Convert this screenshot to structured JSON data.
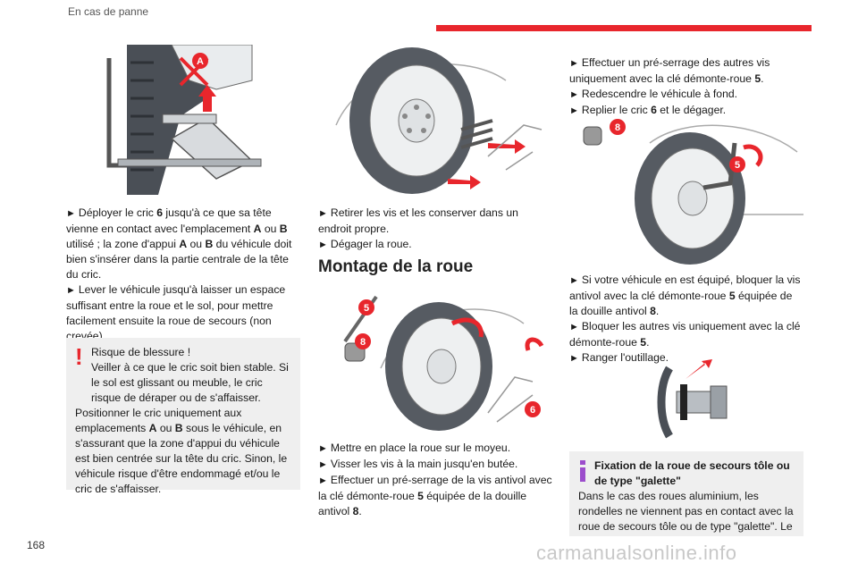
{
  "header": {
    "title": "En cas de panne"
  },
  "footer": {
    "page_number": "168",
    "watermark": "carmanualsonline.info"
  },
  "colors": {
    "accent": "#e8262c",
    "box_bg": "#efefef"
  },
  "col1": {
    "figure": {
      "labels": [
        "A"
      ]
    },
    "p1": {
      "line1_a": "Déployer le cric ",
      "line1_b": "6",
      "line1_c": " jusqu'à ce que sa tête vienne en contact avec l'emplacement ",
      "line1_d": "A",
      "line1_e": " ou ",
      "line1_f": "B",
      "line1_g": " utilisé ; la zone d'appui ",
      "line1_h": "A",
      "line1_i": " ou ",
      "line1_j": "B",
      "line1_k": " du véhicule doit bien s'insérer dans la partie centrale de la tête du cric.",
      "line2": "Lever le véhicule jusqu'à laisser un espace suffisant entre la roue et le sol, pour mettre facilement ensuite la roue de secours (non crevée)."
    },
    "warning": {
      "title": "Risque de blessure !",
      "text1": "Veiller à ce que le cric soit bien stable. Si le sol est glissant ou meuble, le cric risque de déraper ou de s'affaisser.",
      "text2_a": "Positionner le cric uniquement aux emplacements ",
      "text2_b": "A",
      "text2_c": " ou ",
      "text2_d": "B",
      "text2_e": " sous le véhicule, en s'assurant que la zone d'appui du véhicule est bien centrée sur la tête du cric. Sinon, le véhicule risque d'être endommagé et/ou le cric de s'affaisser."
    }
  },
  "col2": {
    "p1": {
      "line1": "Retirer les vis et les conserver dans un endroit propre.",
      "line2": "Dégager la roue."
    },
    "section_title": "Montage de la roue",
    "figure": {
      "labels": [
        "5",
        "8",
        "6"
      ]
    },
    "p2": {
      "line1": "Mettre en place la roue sur le moyeu.",
      "line2": "Visser les vis à la main jusqu'en butée.",
      "line3_a": "Effectuer un pré-serrage de la vis antivol avec la clé démonte-roue ",
      "line3_b": "5",
      "line3_c": " équipée de la douille antivol ",
      "line3_d": "8",
      "line3_e": "."
    }
  },
  "col3": {
    "p1": {
      "line1_a": "Effectuer un pré-serrage des autres vis uniquement avec la clé démonte-roue ",
      "line1_b": "5",
      "line1_c": ".",
      "line2": "Redescendre le véhicule à fond.",
      "line3_a": "Replier le cric ",
      "line3_b": "6",
      "line3_c": " et le dégager."
    },
    "figure": {
      "labels": [
        "8",
        "5"
      ]
    },
    "p2": {
      "line1_a": "Si votre véhicule en est équipé, bloquer la vis antivol avec la clé démonte-roue ",
      "line1_b": "5",
      "line1_c": " équipée de la douille antivol ",
      "line1_d": "8",
      "line1_e": ".",
      "line2_a": "Bloquer les autres vis uniquement avec la clé démonte-roue ",
      "line2_b": "5",
      "line2_c": ".",
      "line3": "Ranger l'outillage."
    },
    "info": {
      "title": "Fixation de la roue de secours tôle ou de type \"galette\"",
      "text": "Dans le cas des roues aluminium, les rondelles ne viennent pas en contact avec la roue de secours tôle ou de type \"galette\". Le"
    }
  }
}
